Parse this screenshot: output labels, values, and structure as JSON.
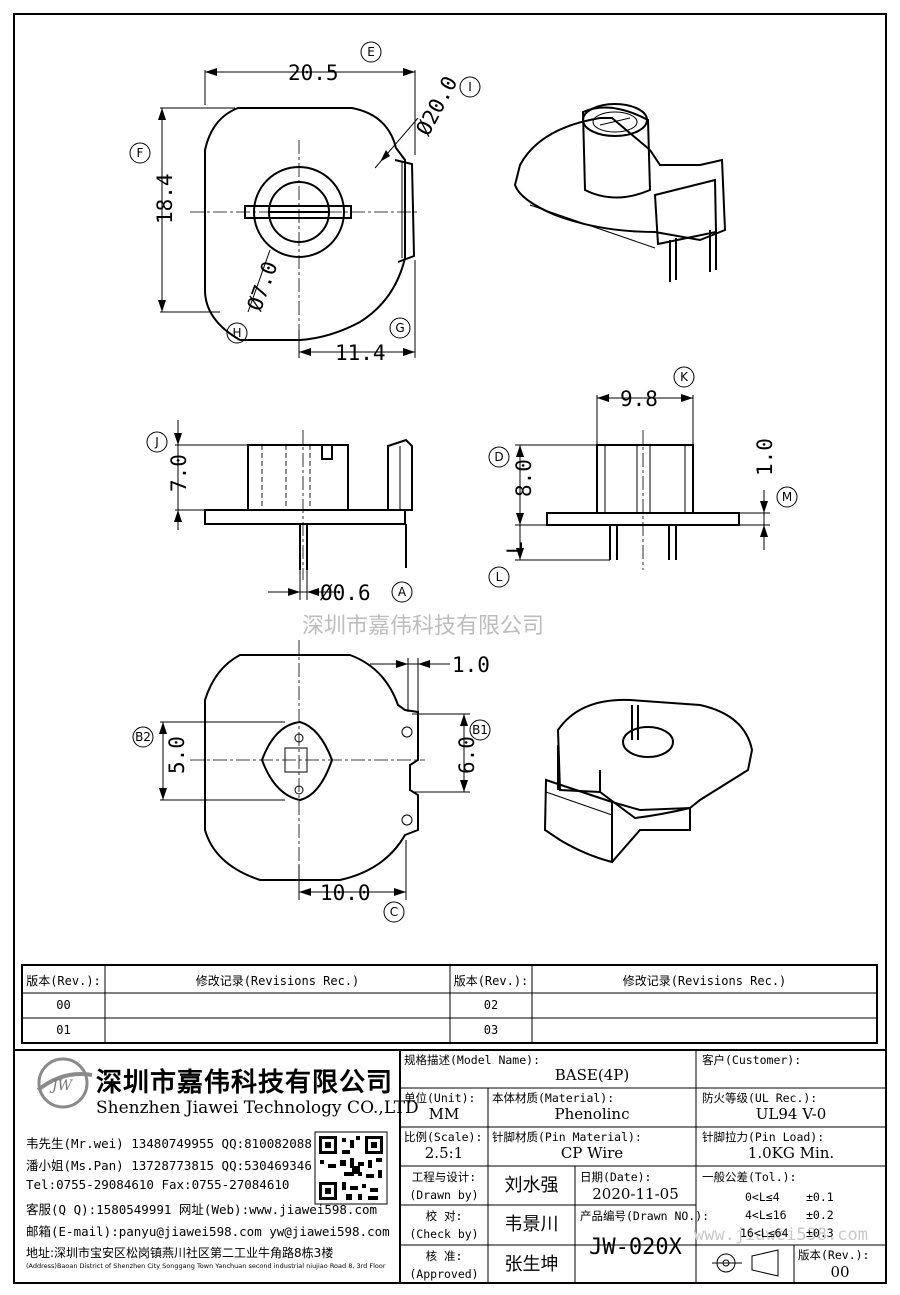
{
  "dimensions": {
    "E": "20.5",
    "I": "20.0",
    "F": "18.4",
    "H": "7.0",
    "G": "11.4",
    "J": "7.0",
    "A": "0.6",
    "K": "9.8",
    "D": "8.0",
    "M": "1.0",
    "L": "L",
    "C": "10.0",
    "B2": "5.0",
    "B1": "6.0",
    "top_right_gap": "1.0"
  },
  "dimension_prefix_diameter": "Ø",
  "callouts": [
    "E",
    "I",
    "F",
    "H",
    "G",
    "J",
    "A",
    "K",
    "D",
    "M",
    "L",
    "C",
    "B2",
    "B1"
  ],
  "watermark": "深圳市嘉伟科技有限公司",
  "watermark_url": "www.jiawei598.com",
  "revisions": {
    "rev_header_left": "版本(Rev.):",
    "rec_header_left": "修改记录(Revisions Rec.)",
    "rev_header_right": "版本(Rev.):",
    "rec_header_right": "修改记录(Revisions Rec.)",
    "rows": [
      {
        "rev_left": "00",
        "rec_left": "",
        "rev_right": "02",
        "rec_right": ""
      },
      {
        "rev_left": "01",
        "rec_left": "",
        "rev_right": "03",
        "rec_right": ""
      }
    ]
  },
  "company": {
    "logo_text": "JW",
    "name_cn": "深圳市嘉伟科技有限公司",
    "name_en": "Shenzhen Jiawei Technology CO.,LTD",
    "contacts": [
      "韦先生(Mr.wei) 13480749955 QQ:810082088",
      "潘小姐(Ms.Pan) 13728773815 QQ:530469346",
      "Tel:0755-29084610     Fax:0755-27084610",
      "客服(Q Q):1580549991   网址(Web):www.jiawei598.com",
      "邮箱(E-mail):panyu@jiawei598.com  yw@jiawei598.com"
    ],
    "address_cn": "地址:深圳市宝安区松岗镇燕川社区第二工业牛角路8栋3楼",
    "address_en": "(Address)Baoan District of Shenzhen City Songgang Town Yanchuan  second industrial niujiao Road 8, 3rd Floor"
  },
  "title_block": {
    "model_caption": "规格描述(Model Name):",
    "model_value": "BASE(4P)",
    "customer_caption": "客户(Customer):",
    "customer_value": "",
    "unit_caption": "单位(Unit):",
    "unit_value": "MM",
    "material_caption": "本体材质(Material):",
    "material_value": "Phenolinc",
    "ul_caption": "防火等级(UL Rec.):",
    "ul_value": "UL94 V-0",
    "scale_caption": "比例(Scale):",
    "scale_value": "2.5:1",
    "pin_material_caption": "针脚材质(Pin Material):",
    "pin_material_value": "CP Wire",
    "pin_load_caption": "针脚拉力(Pin Load):",
    "pin_load_value": "1.0KG Min.",
    "drawn_caption": "工程与设计:",
    "drawn_caption_en": "(Drawn by)",
    "drawn_value": "刘水强",
    "date_caption": "日期(Date):",
    "date_value": "2020-11-05",
    "check_caption": "校  对:",
    "check_caption_en": "(Check by)",
    "check_value": "韦景川",
    "drawing_no_caption": "产品编号(Drawn NO.):",
    "drawing_no_value": "JW-020X",
    "approved_caption": "核  准:",
    "approved_caption_en": "(Approved)",
    "approved_value": "张生坤",
    "tolerance_caption": "一般公差(Tol.):",
    "tolerances": [
      {
        "range": "0<L≤4",
        "tol": "±0.1"
      },
      {
        "range": "4<L≤16",
        "tol": "±0.2"
      },
      {
        "range": "16<L≤64",
        "tol": "±0.3"
      }
    ],
    "rev_caption": "版本(Rev.):",
    "rev_value": "00"
  }
}
